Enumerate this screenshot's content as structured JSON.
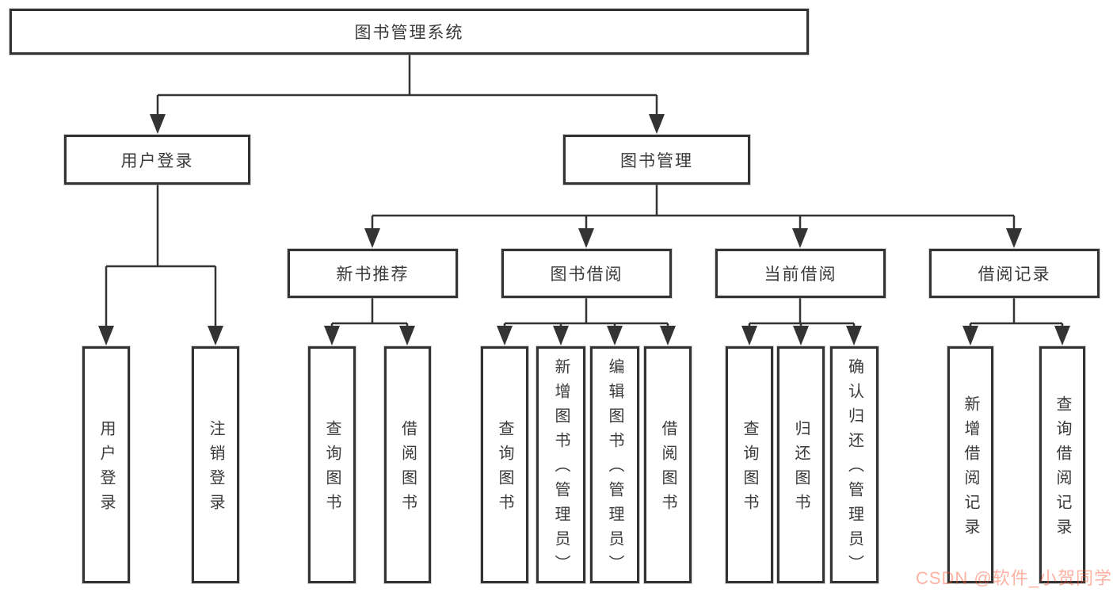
{
  "tree": {
    "label": "图书管理系统",
    "children": [
      {
        "label": "用户登录",
        "children": [
          {
            "label": "用户登录"
          },
          {
            "label": "注销登录"
          }
        ]
      },
      {
        "label": "图书管理",
        "children": [
          {
            "label": "新书推荐",
            "children": [
              {
                "label": "查询图书"
              },
              {
                "label": "借阅图书"
              }
            ]
          },
          {
            "label": "图书借阅",
            "children": [
              {
                "label": "查询图书"
              },
              {
                "label": "新增图书（管理员）"
              },
              {
                "label": "编辑图书（管理员）"
              },
              {
                "label": "借阅图书"
              }
            ]
          },
          {
            "label": "当前借阅",
            "children": [
              {
                "label": "查询图书"
              },
              {
                "label": "归还图书"
              },
              {
                "label": "确认归还（管理员）"
              }
            ]
          },
          {
            "label": "借阅记录",
            "children": [
              {
                "label": "新增借阅记录"
              },
              {
                "label": "查询借阅记录"
              }
            ]
          }
        ]
      }
    ]
  },
  "watermark": {
    "text": "CSDN @软件_小贺同学",
    "color": "#fc5531"
  },
  "colors": {
    "background": "#ffffff",
    "box_border": "#333333",
    "line": "#333333",
    "text": "#3a3a3a"
  }
}
